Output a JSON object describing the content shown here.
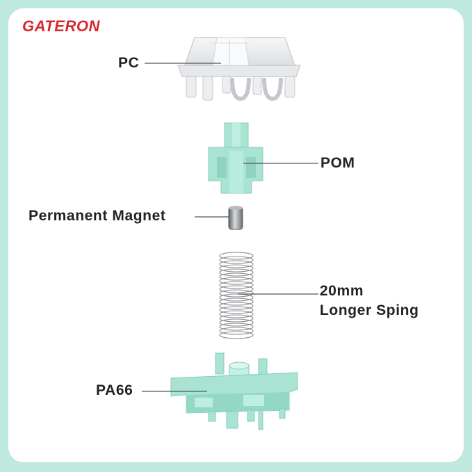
{
  "brand": {
    "name": "GATERON",
    "color": "#d9272e"
  },
  "parts": [
    {
      "id": "housing-top",
      "label": "PC"
    },
    {
      "id": "stem",
      "label": "POM"
    },
    {
      "id": "magnet",
      "label": "Permanent Magnet"
    },
    {
      "id": "spring",
      "label_line1": "20mm",
      "label_line2": "Longer Sping"
    },
    {
      "id": "housing-bottom",
      "label": "PA66"
    }
  ],
  "colors": {
    "frame": "#bfe8df",
    "mint": "#a9e3d3",
    "mint_dark": "#86cdb9",
    "clear": "#eef0f2",
    "leader": "#555555"
  }
}
